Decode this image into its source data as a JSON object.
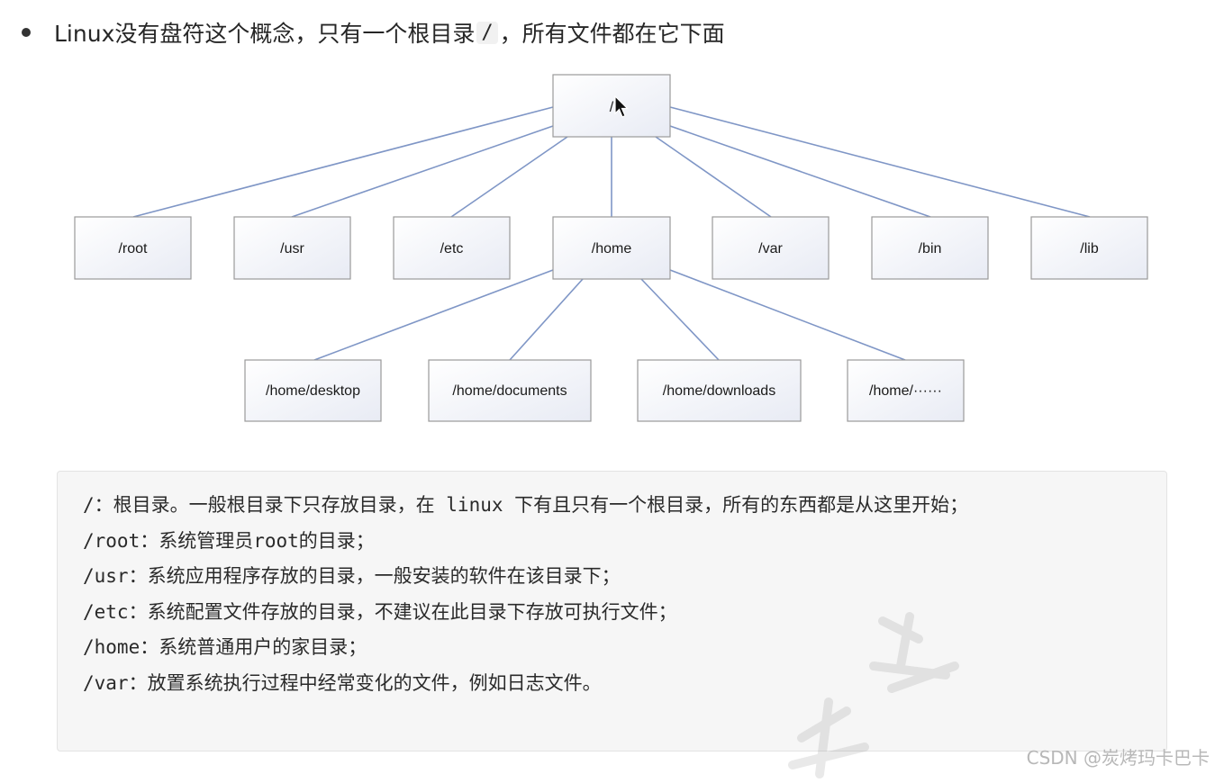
{
  "heading": {
    "text_before": "Linux没有盘符这个概念，只有一个根目录",
    "code": "/",
    "text_after": "，所有文件都在它下面"
  },
  "tree": {
    "root": "/",
    "level1": [
      "/root",
      "/usr",
      "/etc",
      "/home",
      "/var",
      "/bin",
      "/lib"
    ],
    "home_children": [
      "/home/desktop",
      "/home/documents",
      "/home/downloads",
      "/home/······"
    ]
  },
  "description_lines": [
    "/：根目录。一般根目录下只存放目录，在 linux 下有且只有一个根目录，所有的东西都是从这里开始；",
    "/root：系统管理员root的目录；",
    "/usr：系统应用程序存放的目录，一般安装的软件在该目录下；",
    "/etc：系统配置文件存放的目录，不建议在此目录下存放可执行文件；",
    "/home：系统普通用户的家目录；",
    "/var：放置系统执行过程中经常变化的文件，例如日志文件。"
  ],
  "watermark": "CSDN @炭烤玛卡巴卡",
  "colors": {
    "edge": "#7f96c6",
    "box_border": "#9a9a9a",
    "code_bg": "#f6f6f6"
  }
}
